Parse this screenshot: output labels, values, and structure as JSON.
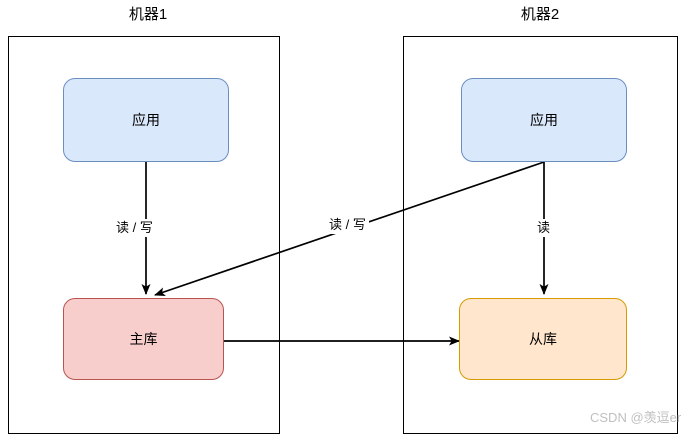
{
  "diagram": {
    "title_left": "机器1",
    "title_right": "机器2",
    "nodes": {
      "app_left": "应用",
      "app_right": "应用",
      "master_db": "主库",
      "slave_db": "从库"
    },
    "edges": {
      "local_read_write": "读 / 写",
      "remote_read_write": "读 / 写",
      "remote_read": "读"
    },
    "colors": {
      "app_fill": "#dae8fc",
      "app_stroke": "#6c8ebf",
      "master_fill": "#f8cecc",
      "master_stroke": "#b85450",
      "slave_fill": "#ffe6cc",
      "slave_stroke": "#d79b00",
      "container_stroke": "#000000",
      "edge_stroke": "#000000",
      "watermark": "#c0c0c0"
    }
  },
  "watermark": {
    "text": "CSDN @羡逗er"
  }
}
